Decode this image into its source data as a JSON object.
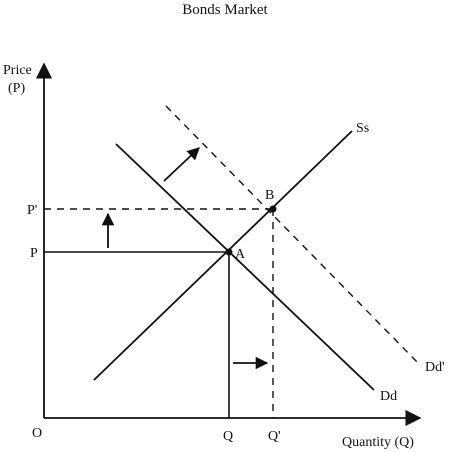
{
  "title": "Bonds Market",
  "axes": {
    "y_label_line1": "Price",
    "y_label_line2": "(P)",
    "x_label": "Quantity (Q)",
    "origin": "O"
  },
  "ticks": {
    "p": "P",
    "p_prime": "P'",
    "q": "Q",
    "q_prime": "Q'"
  },
  "points": {
    "a": "A",
    "b": "B"
  },
  "curves": {
    "supply": "Ss",
    "demand": "Dd",
    "demand_shifted": "Dd'"
  }
}
